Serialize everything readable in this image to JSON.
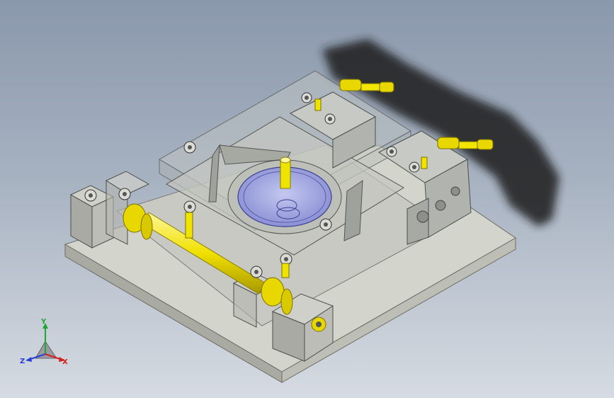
{
  "viewport": {
    "background_top": "#8a98ac",
    "background_bottom": "#d6dbe2"
  },
  "triad": {
    "x_label": "X",
    "y_label": "Y",
    "z_label": "Z",
    "x_color": "#d42020",
    "y_color": "#1ea832",
    "z_color": "#2a3fd8"
  },
  "model": {
    "base_color": "#cfcfc6",
    "transparent_color": "#bcbfbb",
    "brass_color": "#e8d800",
    "glass_color": "#aab0e0"
  }
}
